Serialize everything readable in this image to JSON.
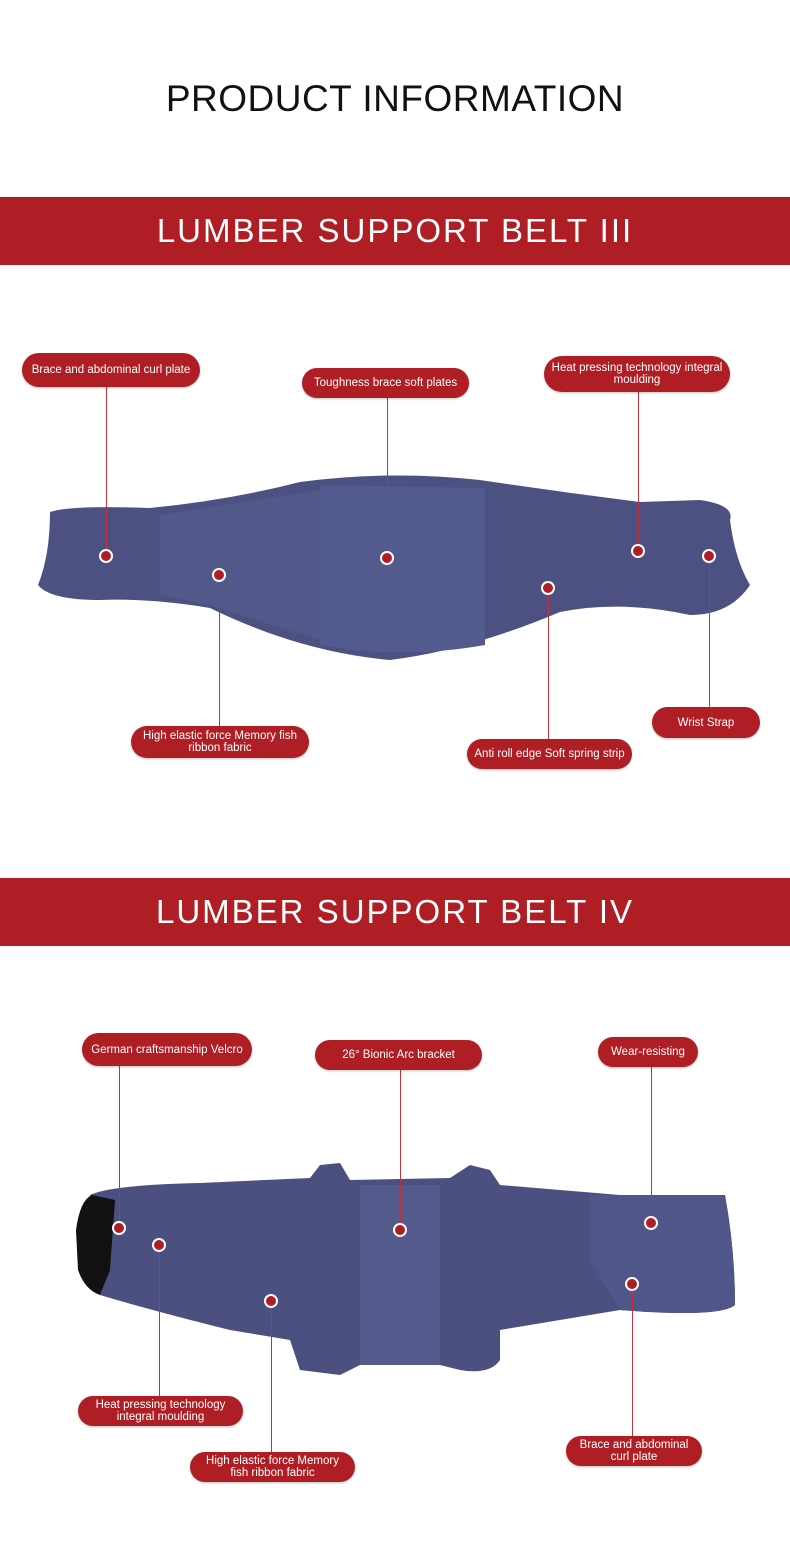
{
  "page_title": "PRODUCT INFORMATION",
  "sections": [
    {
      "title": "LUMBER SUPPORT BELT III",
      "callouts": [
        "Brace and abdominal curl plate",
        "Toughness brace soft plates",
        "Heat pressing technology integral moulding",
        "High elastic force Memory fish ribbon fabric",
        "Anti roll edge Soft spring strip",
        "Wrist Strap"
      ]
    },
    {
      "title": "LUMBER SUPPORT BELT IV",
      "callouts": [
        "German craftsmanship Velcro",
        "26° Bionic Arc bracket",
        "Wear-resisting",
        "Heat pressing technology integral moulding",
        "High elastic force Memory fish ribbon fabric",
        "Brace and abdominal curl plate"
      ]
    }
  ],
  "colors": {
    "accent": "#b01e25",
    "belt": "#4a4f7e"
  }
}
